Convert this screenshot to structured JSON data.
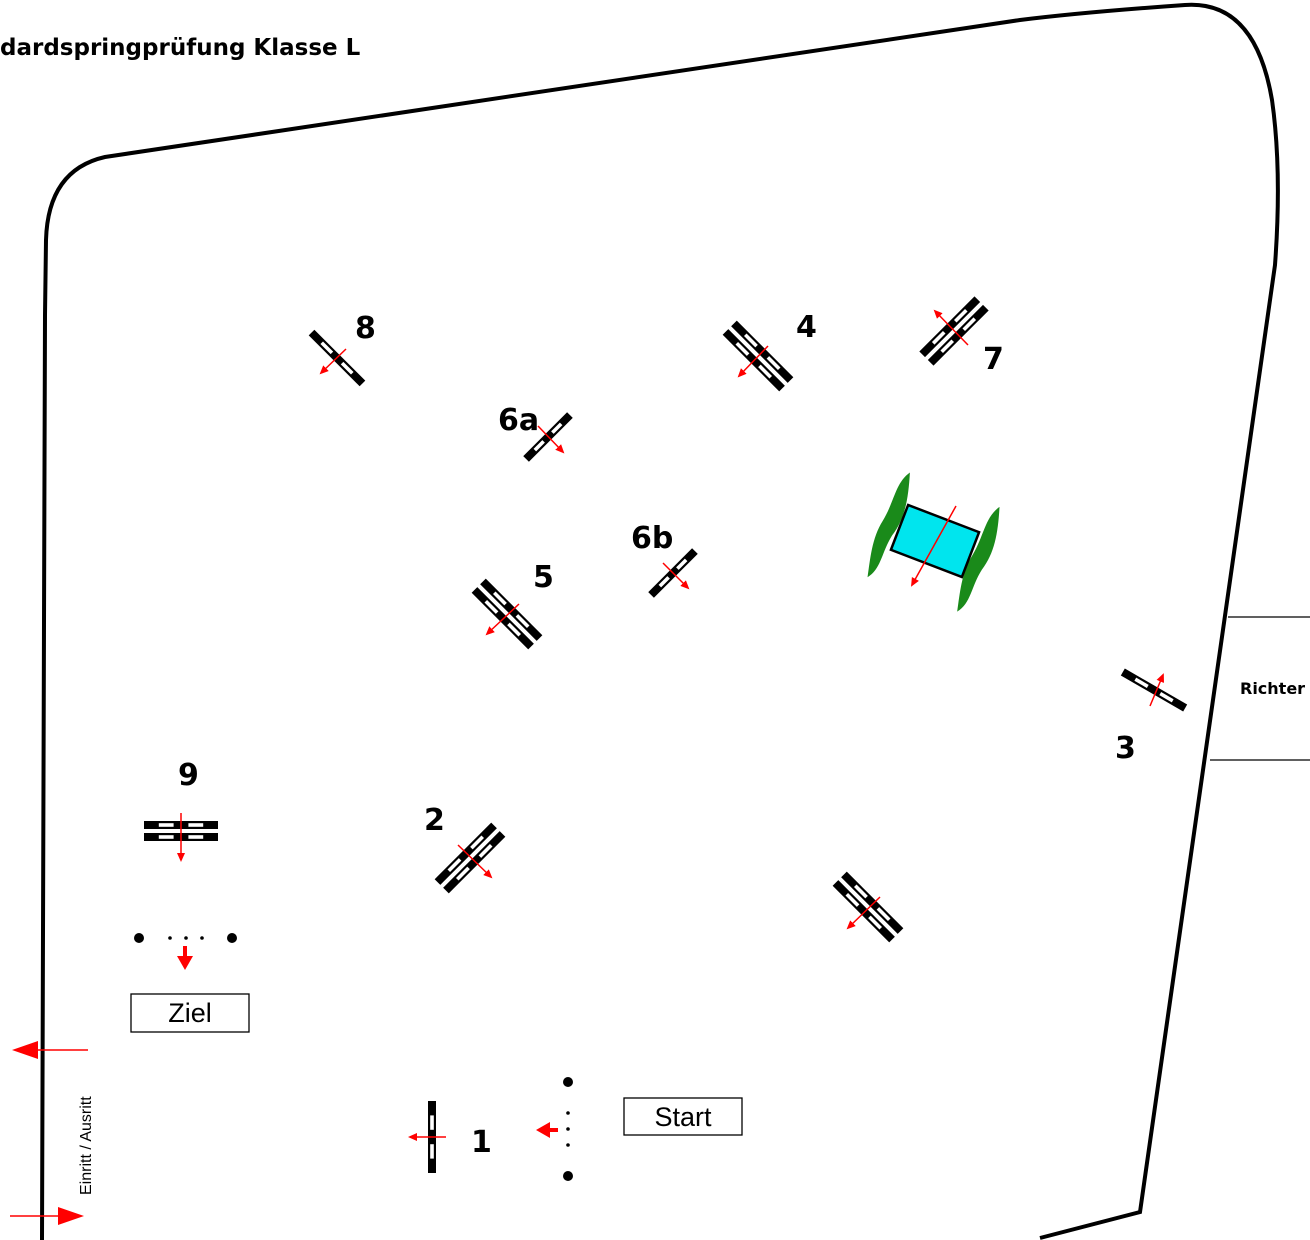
{
  "title": "dardspringprüfung Klasse L",
  "entrance_label": "Einritt / Ausritt",
  "judge_label": "Richter",
  "start_label": "Start",
  "finish_label": "Ziel",
  "colors": {
    "outline": "#000000",
    "arrow": "#ff0000",
    "water": "#00e5ee",
    "hedge": "#1a8a1a"
  },
  "obstacles": [
    {
      "id": "1",
      "label": "1",
      "kind": "single"
    },
    {
      "id": "2",
      "label": "2",
      "kind": "oxer"
    },
    {
      "id": "3",
      "label": "3",
      "kind": "single"
    },
    {
      "id": "4",
      "label": "4",
      "kind": "oxer"
    },
    {
      "id": "5",
      "label": "5",
      "kind": "oxer"
    },
    {
      "id": "6a",
      "label": "6a",
      "kind": "single"
    },
    {
      "id": "6b",
      "label": "6b",
      "kind": "single"
    },
    {
      "id": "7",
      "label": "7",
      "kind": "oxer"
    },
    {
      "id": "8",
      "label": "8",
      "kind": "single"
    },
    {
      "id": "9",
      "label": "9",
      "kind": "oxer"
    },
    {
      "id": "unnumbered",
      "label": "",
      "kind": "oxer"
    },
    {
      "id": "water",
      "label": "",
      "kind": "water"
    }
  ]
}
